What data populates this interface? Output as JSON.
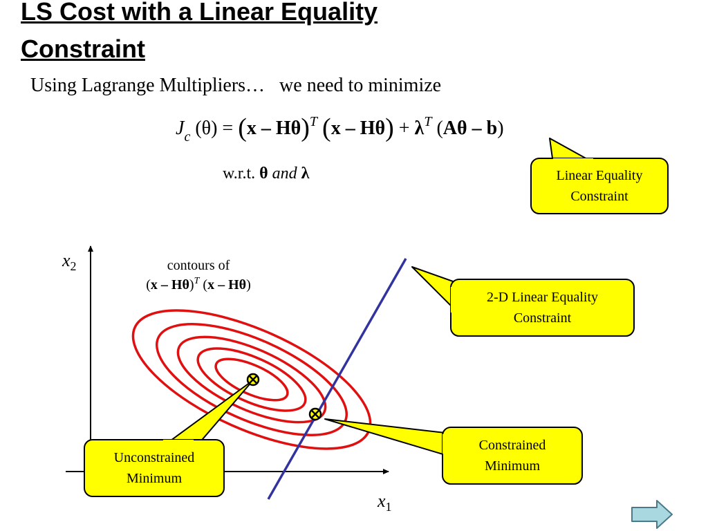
{
  "slide": {
    "title_line1": "LS Cost with a Linear Equality",
    "title_line2": "Constraint",
    "subtitle": "Using Lagrange Multipliers…   we need to minimize"
  },
  "equation": {
    "J": "J",
    "c": "c",
    "theta_arg": " (θ) = ",
    "lp1": "(",
    "term1": "x – Hθ",
    "rp1": ")",
    "T1": "T",
    "lp2": "(",
    "term2": "x – Hθ",
    "rp2": ")",
    "plus": " + ",
    "lambda": "λ",
    "T2": "T",
    "constraint_open": " (",
    "constraint_body": "Aθ – b",
    "constraint_close": ")"
  },
  "wrt": {
    "prefix": "w.r.t.   ",
    "theta": "θ",
    "and": " and ",
    "lambda": "λ"
  },
  "diagram": {
    "x2_base": "x",
    "x2_sub": "2",
    "x1_base": "x",
    "x1_sub": "1",
    "contour_label_line1": "contours of",
    "contour_open1": "(",
    "contour_term1": "x – Hθ",
    "contour_close1": ")",
    "contour_T": "T",
    "contour_open2": " (",
    "contour_term2": "x – Hθ",
    "contour_close2": ")"
  },
  "callouts": {
    "linear_equality": [
      "Linear Equality",
      "Constraint"
    ],
    "two_d_constraint": [
      "2-D Linear Equality",
      "Constraint"
    ],
    "constrained_min": [
      "Constrained",
      "Minimum"
    ],
    "unconstrained_min": [
      "Unconstrained",
      "Minimum"
    ]
  },
  "colors": {
    "contours": "#e01010",
    "constraint_line": "#3333a0",
    "callout_fill": "#ffff00",
    "marker_fill": "#ffff00",
    "nav_arrow_fill": "#a9d8e0"
  }
}
